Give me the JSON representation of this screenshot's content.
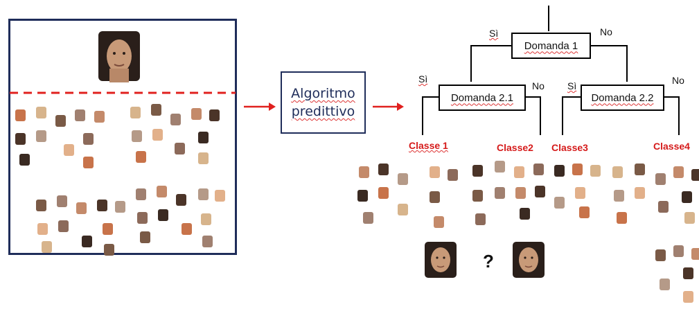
{
  "algorithm": {
    "line1": "Algoritmo",
    "line2": "predittivo"
  },
  "tree": {
    "root": "Domanda 1",
    "left": "Domanda 2.1",
    "right": "Domanda 2.2",
    "yes": "Sì",
    "no": "No"
  },
  "classes": [
    "Classe 1",
    "Classe2",
    "Classe3",
    "Classe4"
  ],
  "unknown_marker": "?",
  "colors": {
    "frame": "#1f2d5a",
    "arrow": "#e0201e",
    "dashed_line": "#e0201e",
    "class_label": "#d51a1a"
  }
}
